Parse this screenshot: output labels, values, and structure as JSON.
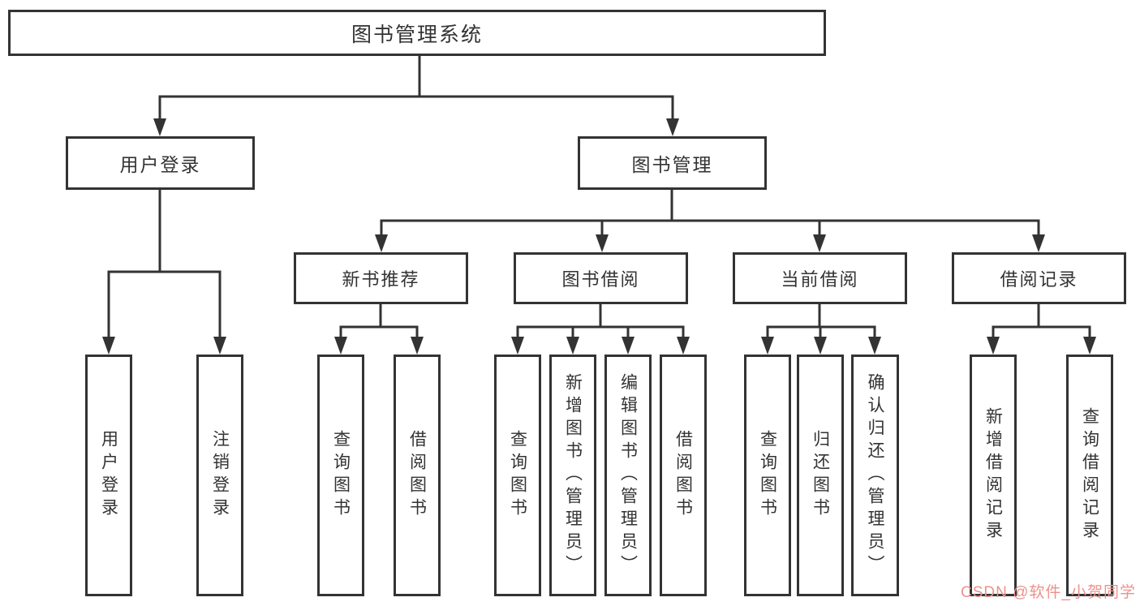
{
  "tree": {
    "root": {
      "label": "图书管理系统"
    },
    "branches": [
      {
        "label": "用户登录",
        "children": [
          {
            "label": "用户登录"
          },
          {
            "label": "注销登录"
          }
        ]
      },
      {
        "label": "图书管理",
        "children": [
          {
            "label": "新书推荐",
            "children": [
              {
                "label": "查询图书"
              },
              {
                "label": "借阅图书"
              }
            ]
          },
          {
            "label": "图书借阅",
            "children": [
              {
                "label": "查询图书"
              },
              {
                "label": "新增图书（管理员）"
              },
              {
                "label": "编辑图书（管理员）"
              },
              {
                "label": "借阅图书"
              }
            ]
          },
          {
            "label": "当前借阅",
            "children": [
              {
                "label": "查询图书"
              },
              {
                "label": "归还图书"
              },
              {
                "label": "确认归还（管理员）"
              }
            ]
          },
          {
            "label": "借阅记录",
            "children": [
              {
                "label": "新增借阅记录"
              },
              {
                "label": "查询借阅记录"
              }
            ]
          }
        ]
      }
    ]
  },
  "watermark": {
    "text": "CSDN @软件_小贺同学",
    "color": "#ec928c"
  },
  "colors": {
    "line": "#333333",
    "text": "#333333",
    "background": "#ffffff"
  }
}
